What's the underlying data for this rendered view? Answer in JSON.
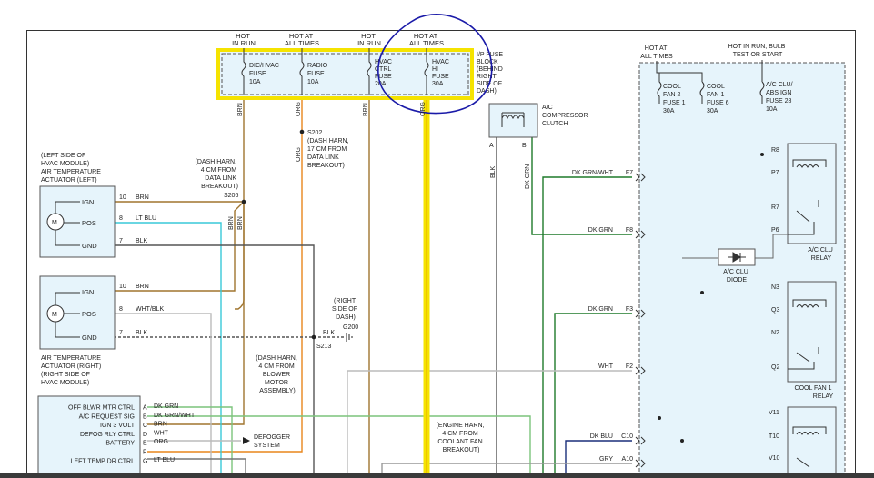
{
  "power_headers": {
    "hot_in_run_1": [
      "HOT",
      "IN RUN"
    ],
    "hot_at_all_times_1": [
      "HOT AT",
      "ALL TIMES"
    ],
    "hot_in_run_2": [
      "HOT",
      "IN RUN"
    ],
    "hot_at_all_times_2": [
      "HOT AT",
      "ALL TIMES"
    ],
    "hot_at_all_times_3": [
      "HOT AT",
      "ALL TIMES"
    ],
    "hot_in_run_bulb": [
      "HOT IN RUN, BULB",
      "TEST OR START"
    ]
  },
  "fuse_block": {
    "fuses": [
      {
        "lines": [
          "DIC/HVAC",
          "FUSE",
          "10A"
        ]
      },
      {
        "lines": [
          "RADIO",
          "FUSE",
          "10A"
        ]
      },
      {
        "lines": [
          "HVAC",
          "CTRL",
          "FUSE",
          "20A"
        ]
      },
      {
        "lines": [
          "HVAC",
          "HI",
          "FUSE",
          "30A"
        ]
      }
    ],
    "label": [
      "I/P FUSE",
      "BLOCK",
      "(BEHIND",
      "RIGHT",
      "SIDE OF",
      "DASH)"
    ]
  },
  "underhood_fuses": {
    "fuses": [
      {
        "lines": [
          "COOL",
          "FAN 2",
          "FUSE 1",
          "30A"
        ]
      },
      {
        "lines": [
          "COOL",
          "FAN 1",
          "FUSE 6",
          "30A"
        ]
      },
      {
        "lines": [
          "A/C CLU/",
          "ABS IGN",
          "FUSE 28",
          "10A"
        ]
      }
    ]
  },
  "compressor": {
    "label": [
      "A/C",
      "COMPRESSOR",
      "CLUTCH"
    ],
    "pin_a": "A",
    "pin_b": "B"
  },
  "actuator_left": {
    "title": [
      "(LEFT SIDE OF",
      "HVAC MODULE)",
      "AIR TEMPERATURE",
      "ACTUATOR (LEFT)"
    ],
    "pins": [
      "IGN",
      "POS",
      "GND"
    ],
    "nums": [
      "10",
      "8",
      "7"
    ],
    "wires": [
      "BRN",
      "LT BLU",
      "BLK"
    ]
  },
  "actuator_right": {
    "title": [
      "AIR TEMPERATURE",
      "ACTUATOR (RIGHT)",
      "(RIGHT SIDE OF",
      "HVAC MODULE)"
    ],
    "pins": [
      "IGN",
      "POS",
      "GND"
    ],
    "nums": [
      "10",
      "8",
      "7"
    ],
    "wires": [
      "BRN",
      "WHT/BLK",
      "BLK"
    ]
  },
  "splices": {
    "s206": {
      "id": "S206",
      "note": [
        "(DASH HARN,",
        "4 CM FROM",
        "DATA LINK",
        "BREAKOUT)"
      ]
    },
    "s202": {
      "id": "S202",
      "note": [
        "(DASH HARN,",
        "17 CM FROM",
        "DATA LINK",
        "BREAKOUT)"
      ]
    },
    "s213": {
      "id": "S213",
      "note": [
        "(DASH HARN,",
        "4 CM FROM",
        "BLOWER",
        "MOTOR",
        "ASSEMBLY)"
      ]
    }
  },
  "ground_g200": {
    "id": "G200",
    "note": [
      "(RIGHT",
      "SIDE OF",
      "DASH)"
    ],
    "wire": "BLK"
  },
  "wire_colors": {
    "brn": "BRN",
    "org": "ORG",
    "blk": "BLK",
    "dk_grn": "DK GRN",
    "dk_grn_wht": "DK GRN/WHT",
    "wht": "WHT",
    "dk_blu": "DK BLU",
    "gry": "GRY",
    "lt_blu": "LT BLU"
  },
  "control_module": {
    "rows": [
      {
        "label": "OFF BLWR MTR CTRL",
        "pin": "A",
        "wire": "DK GRN"
      },
      {
        "label": "A/C REQUEST SIG",
        "pin": "B",
        "wire": "DK GRN/WHT"
      },
      {
        "label": "IGN 3 VOLT",
        "pin": "C",
        "wire": "BRN"
      },
      {
        "label": "DEFOG RLY CTRL",
        "pin": "D",
        "wire": "WHT"
      },
      {
        "label": "BATTERY",
        "pin": "E",
        "wire": "ORG"
      },
      {
        "label": "",
        "pin": "F",
        "wire": ""
      },
      {
        "label": "LEFT TEMP DR CTRL",
        "pin": "G",
        "wire": "LT BLU"
      }
    ]
  },
  "defogger": [
    "DEFOGGER",
    "SYSTEM"
  ],
  "engine_harn_note": [
    "(ENGINE HARN,",
    "4 CM FROM",
    "COOLANT FAN",
    "BREAKOUT)"
  ],
  "connectors": [
    {
      "id": "F7",
      "wire": "DK GRN/WHT"
    },
    {
      "id": "F8",
      "wire": "DK GRN"
    },
    {
      "id": "F3",
      "wire": "DK GRN"
    },
    {
      "id": "F2",
      "wire": "WHT"
    },
    {
      "id": "C10",
      "wire": "DK BLU"
    },
    {
      "id": "A10",
      "wire": "GRY"
    }
  ],
  "ac_clu_relay": {
    "pins": [
      "R8",
      "P7",
      "R7",
      "P6"
    ],
    "label": [
      "A/C CLU",
      "RELAY"
    ]
  },
  "ac_clu_diode": [
    "A/C CLU",
    "DIODE"
  ],
  "cool_fan1_relay": {
    "pins": [
      "N3",
      "Q3",
      "N2",
      "Q2"
    ],
    "label": [
      "COOL FAN 1",
      "RELAY"
    ]
  },
  "relay3": {
    "pins": [
      "V11",
      "T10",
      "V10"
    ]
  },
  "colors": {
    "brn": "#a0752f",
    "org": "#e8851c",
    "blk": "#555555",
    "dk_grn": "#1f7a2a",
    "lt_grn": "#7cc47c",
    "lt_blu": "#39c9d8",
    "wht": "#bbbbbb",
    "dk_blu": "#1a2f7a",
    "highlight_yellow": "#f5e300",
    "box_fill": "#e6f4fb",
    "annotation_blue": "#1a1aa8"
  }
}
